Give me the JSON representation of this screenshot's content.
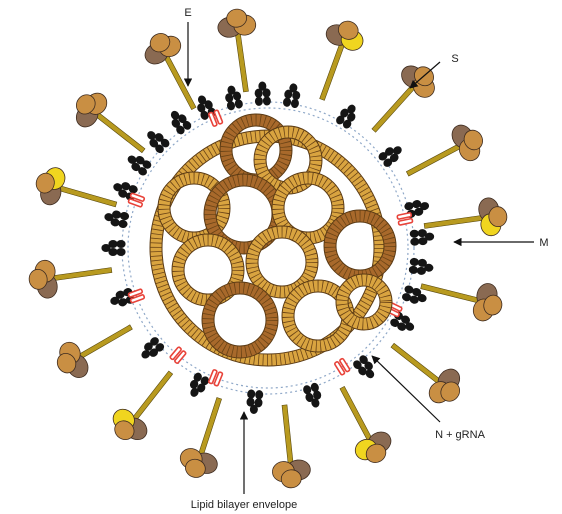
{
  "labels": {
    "e": "E",
    "s": "S",
    "m": "M",
    "n_grna": "N + gRNA",
    "lipid": "Lipid bilayer envelope"
  },
  "colors": {
    "background": "#ffffff",
    "nucleocapsid_light": "#d9a440",
    "nucleocapsid_dark": "#a8692b",
    "membrane_protein": "#151515",
    "spike_stalk": "#b89a1f",
    "spike_head_tan": "#c98f43",
    "spike_head_yellow": "#f0d51f",
    "spike_head_brown": "#8a6a52",
    "envelope_protein": "#e8433a",
    "lipid_bilayer": "#8fa8c8",
    "arrow": "#111111"
  },
  "icons": {
    "spike": "spike-protein-icon",
    "membrane": "membrane-protein-icon",
    "envelope": "envelope-protein-icon",
    "coil": "nucleocapsid-coil-icon"
  }
}
